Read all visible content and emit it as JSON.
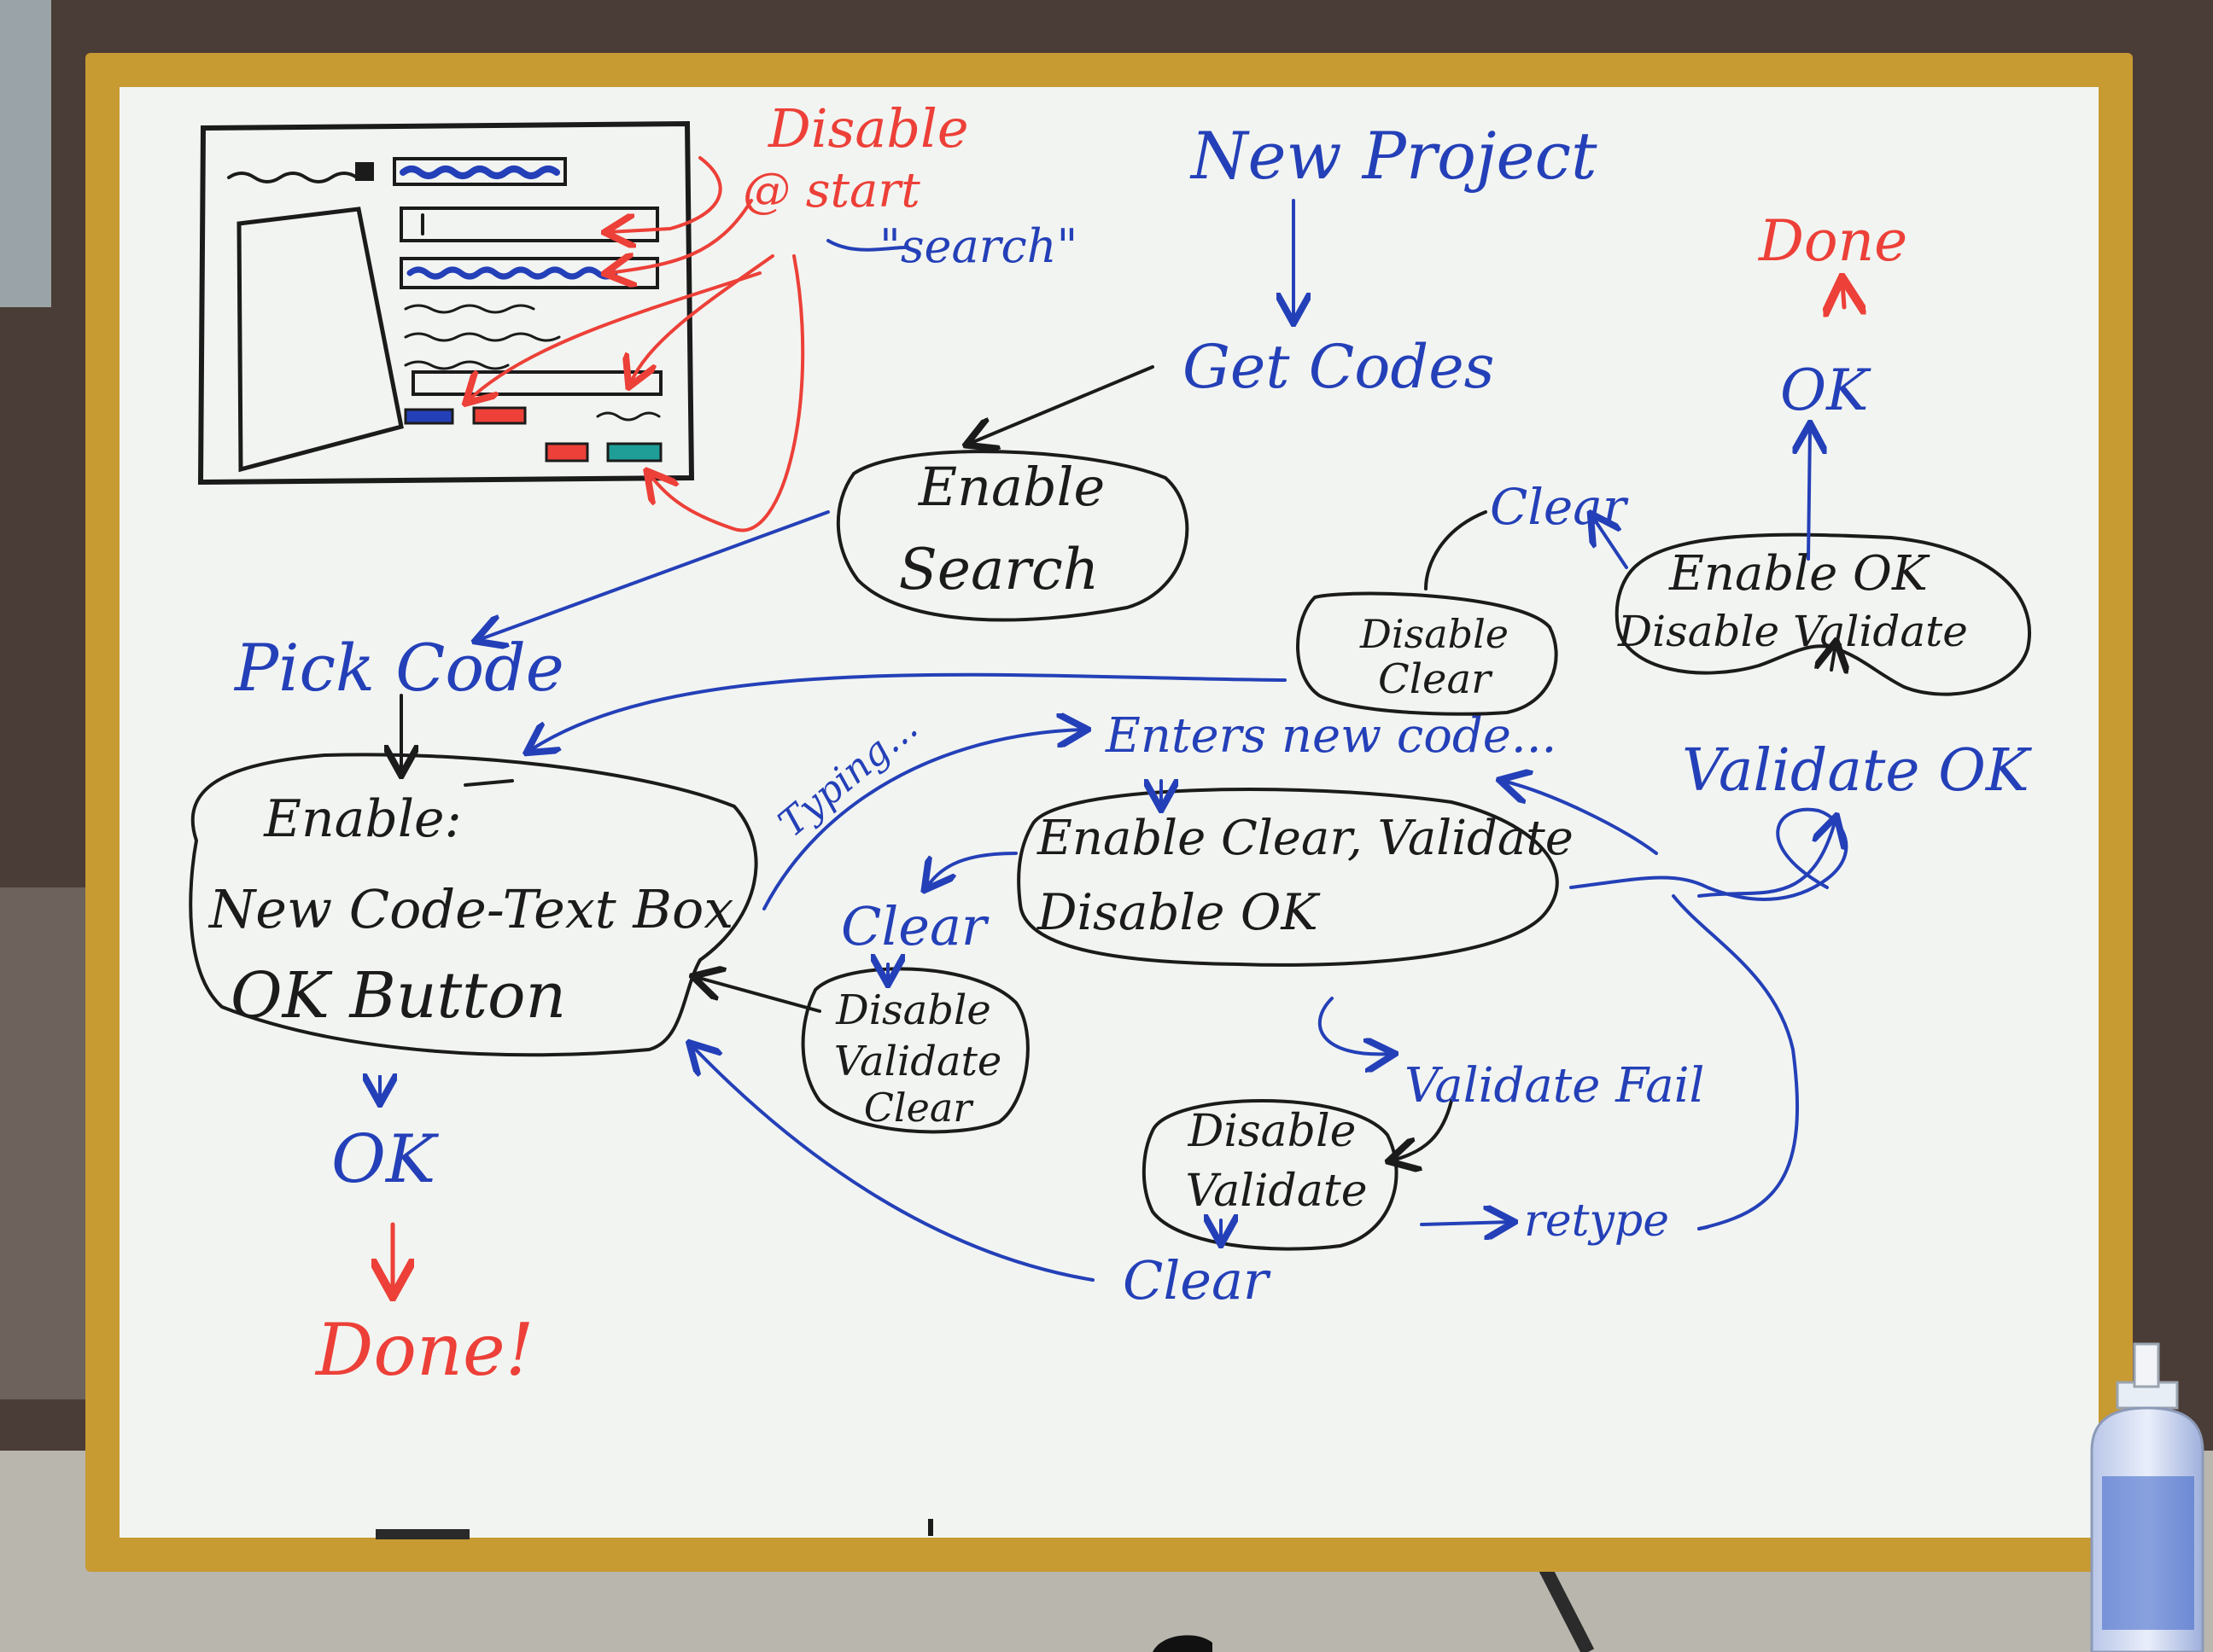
{
  "colors": {
    "wall": "#4a3c36",
    "frame": "#c79a32",
    "board": "#f2f4f1",
    "marker_blue": "#2440b8",
    "marker_black": "#1b1b1b",
    "marker_red": "#ec4038",
    "marker_teal": "#1e9e96"
  },
  "sketch": {
    "disable_at_start": [
      "Disable",
      "@ start"
    ],
    "search_label": "\"search\""
  },
  "flow": {
    "new_project": "New Project",
    "get_codes": "Get Codes",
    "enable_search": [
      "Enable",
      "Search"
    ],
    "pick_code": "Pick Code",
    "enable_panel": [
      "Enable:",
      "New Code-Text Box",
      "OK Button"
    ],
    "ok_left": "OK",
    "done_left": "Done!",
    "typing": "Typing...",
    "enters_new_code": "Enters new code...",
    "enable_clear_validate": [
      "Enable Clear, Validate",
      "Disable OK"
    ],
    "clear_mid": "Clear",
    "disable_validate_clear": [
      "Disable",
      "Validate",
      "Clear"
    ],
    "validate_fail": "Validate Fail",
    "disable_validate": [
      "Disable",
      "Validate"
    ],
    "retype": "retype",
    "clear_bottom": "Clear",
    "disable_clear": [
      "Disable",
      "Clear"
    ],
    "clear_top": "Clear",
    "enable_ok_disable_validate": [
      "Enable OK",
      "Disable Validate"
    ],
    "validate_ok": "Validate OK",
    "ok_right": "OK",
    "done_right": "Done"
  }
}
